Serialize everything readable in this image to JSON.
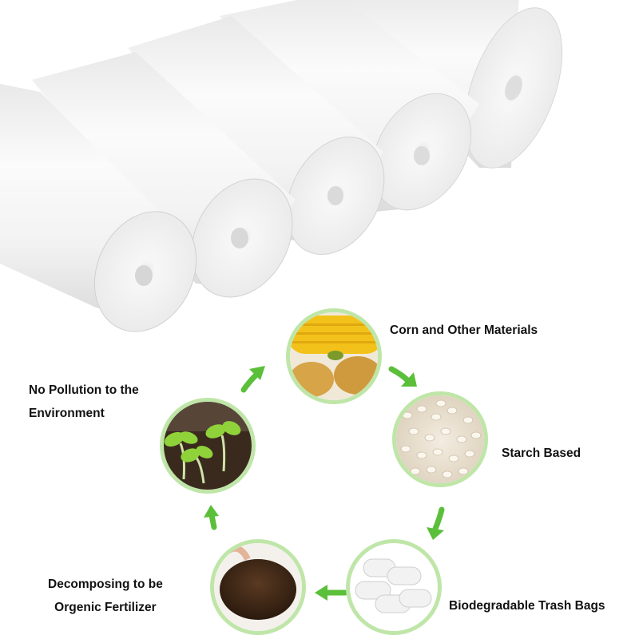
{
  "cycle": {
    "steps": [
      {
        "id": "corn",
        "label": [
          "Corn and Other Materials"
        ],
        "image": "corn-and-potatoes"
      },
      {
        "id": "starch",
        "label": [
          "Starch Based"
        ],
        "image": "starch-pellets"
      },
      {
        "id": "bags",
        "label": [
          "Biodegradable Trash Bags"
        ],
        "image": "trash-bag-rolls"
      },
      {
        "id": "fertilizer",
        "label": [
          "Decomposing to be",
          "Orgenic Fertilizer"
        ],
        "image": "soil-in-hands"
      },
      {
        "id": "environment",
        "label": [
          "No Pollution to the",
          "Environment"
        ],
        "image": "seedlings"
      }
    ],
    "arrow_color": "#5bbf3a",
    "ring_color": "#bfe6a8"
  },
  "hero": {
    "image": "white-trash-bag-rolls"
  }
}
